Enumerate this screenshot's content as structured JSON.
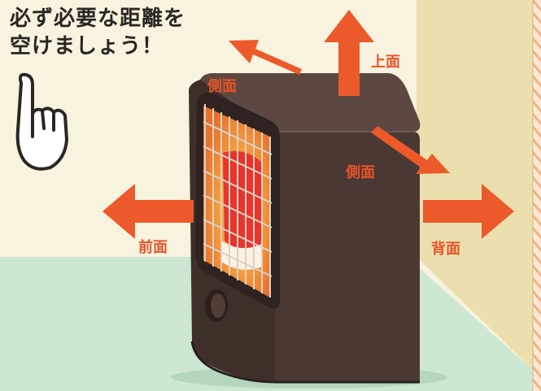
{
  "heading": {
    "line1": "必ず必要な距離を",
    "line2": "空けましょう！"
  },
  "labels": {
    "side_upper": "側面",
    "top": "上面",
    "side_lower": "側面",
    "front": "前面",
    "back": "背面"
  },
  "colors": {
    "background": "#f7f3df",
    "floor": "#cde7d2",
    "wall": "#ebdfae",
    "wall_stripe": "#f4b27e",
    "heater_body": "#4a3932",
    "heater_top": "#5c4840",
    "heater_element": "#e8342a",
    "heater_glow": "#f5a03b",
    "arrow": "#ec5a2b",
    "text": "#2b2523"
  },
  "icons": [
    "pointing-hand-icon",
    "arrow-up-icon",
    "arrow-left-icon",
    "arrow-right-icon",
    "arrow-upper-left-icon",
    "arrow-lower-right-icon"
  ]
}
